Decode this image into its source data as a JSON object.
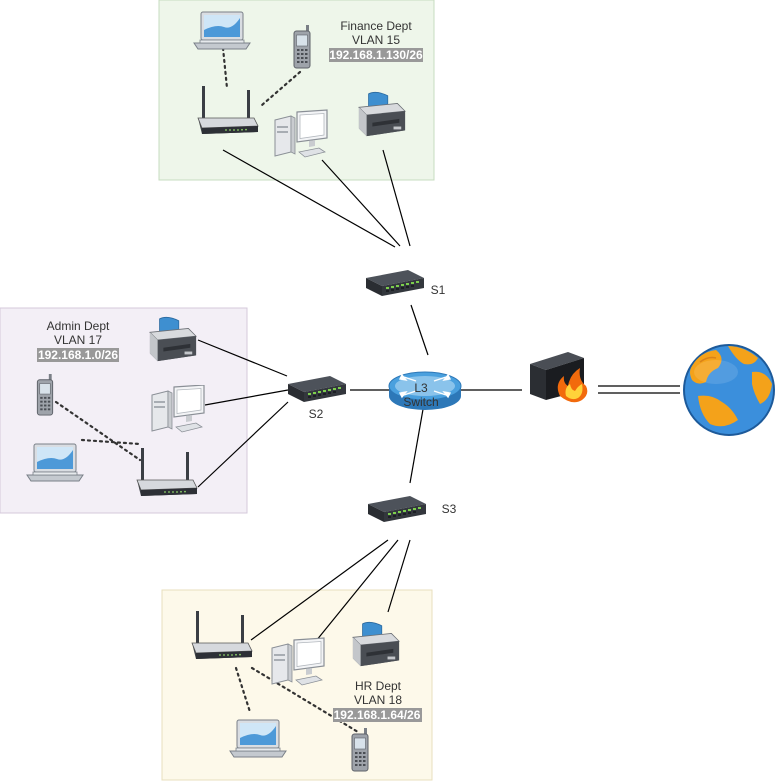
{
  "zones": {
    "finance": {
      "name": "Finance Dept",
      "vlan": "VLAN 15",
      "subnet": "192.168.1.130/26"
    },
    "admin": {
      "name": "Admin Dept",
      "vlan": "VLAN 17",
      "subnet": "192.168.1.0/26"
    },
    "hr": {
      "name": "HR Dept",
      "vlan": "VLAN 18",
      "subnet": "192.168.1.64/26"
    }
  },
  "switches": {
    "s1": "S1",
    "s2": "S2",
    "s3": "S3"
  },
  "core": {
    "line1": "L3",
    "line2": "Switch"
  },
  "icons": {
    "laptop": "laptop-icon",
    "phone": "mobile-phone-icon",
    "router": "wireless-router-icon",
    "desktop": "desktop-computer-icon",
    "printer": "printer-icon",
    "switch": "network-switch-icon",
    "l3": "l3-switch-icon",
    "firewall": "firewall-icon",
    "internet": "internet-globe-icon"
  },
  "colors": {
    "finance_zone": "#eef6ea",
    "admin_zone": "#f3eff6",
    "hr_zone": "#fdf9ea",
    "l3_switch": "#3a8fd0",
    "firewall_flame": "#f26a0c",
    "globe_water": "#3b8fdc",
    "globe_land": "#f4a21a"
  }
}
